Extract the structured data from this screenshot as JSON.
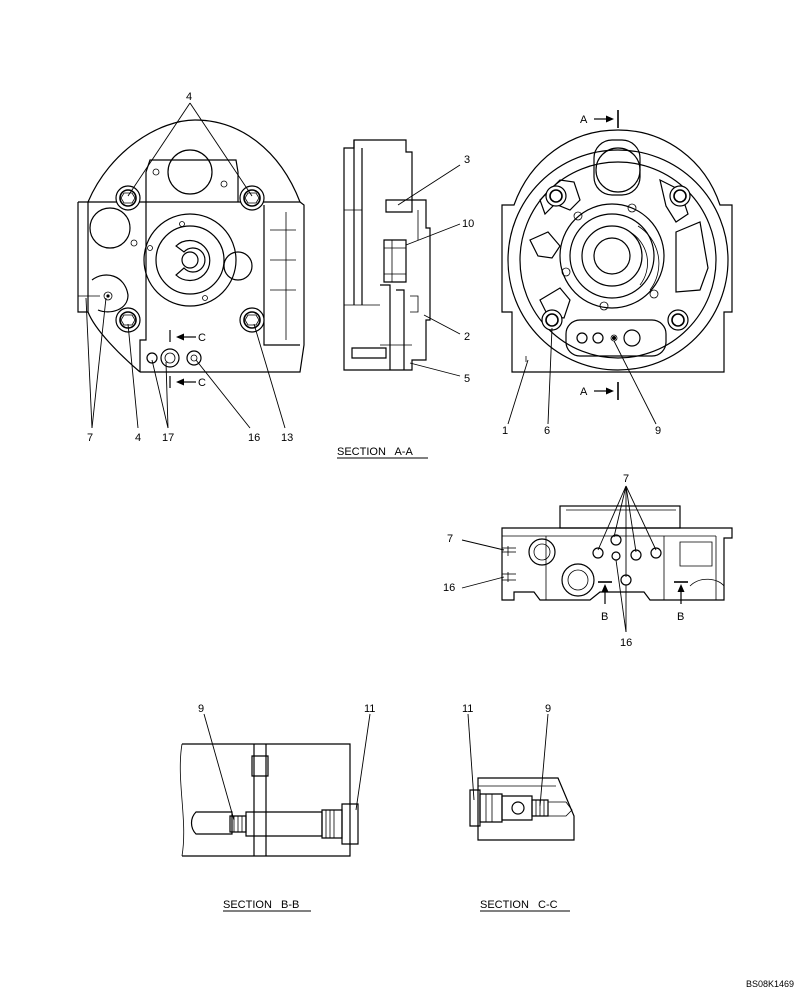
{
  "sections": {
    "aa": "SECTION   A-A",
    "bb": "SECTION   B-B",
    "cc": "SECTION   C-C"
  },
  "drawing_code": "BS08K1469",
  "markers": {
    "a": "A",
    "b": "B",
    "c": "C"
  },
  "callouts": {
    "n1": "1",
    "n2": "2",
    "n3": "3",
    "n4": "4",
    "n5": "5",
    "n6": "6",
    "n7": "7",
    "n9": "9",
    "n10": "10",
    "n11": "11",
    "n13": "13",
    "n16": "16",
    "n17": "17"
  }
}
